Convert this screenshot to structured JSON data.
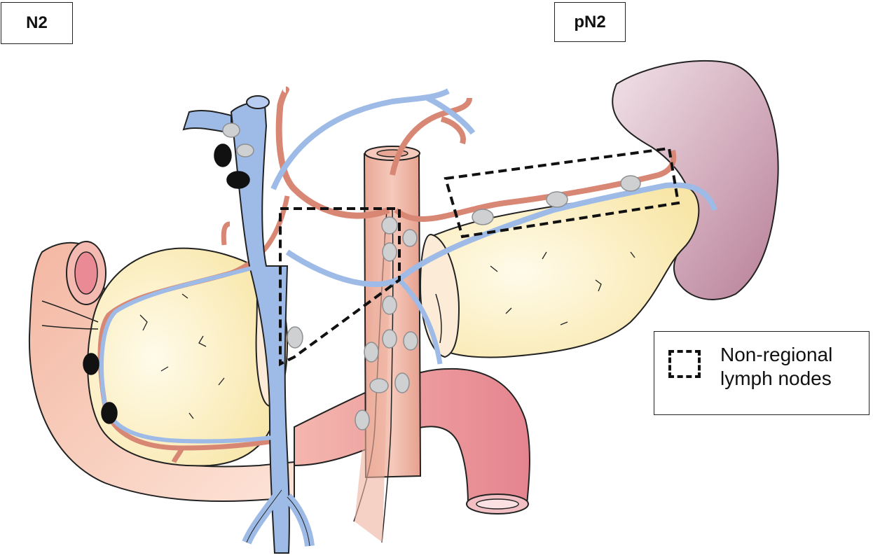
{
  "labels": {
    "left_stage": "N2",
    "right_stage": "pN2"
  },
  "legend": {
    "line1": "Non-regional",
    "line2": "lymph nodes"
  },
  "colors": {
    "artery": "#e8a795",
    "vein": "#9dbbe6",
    "pancreas": "#fbeec0",
    "duodenum": "#f5c8b8",
    "jejunum": "#e98a95",
    "spleen": "#c89aae",
    "aorta": "#eeb3a2",
    "node_regional": "#111111",
    "node_nonregional": "#cfd0d2"
  }
}
